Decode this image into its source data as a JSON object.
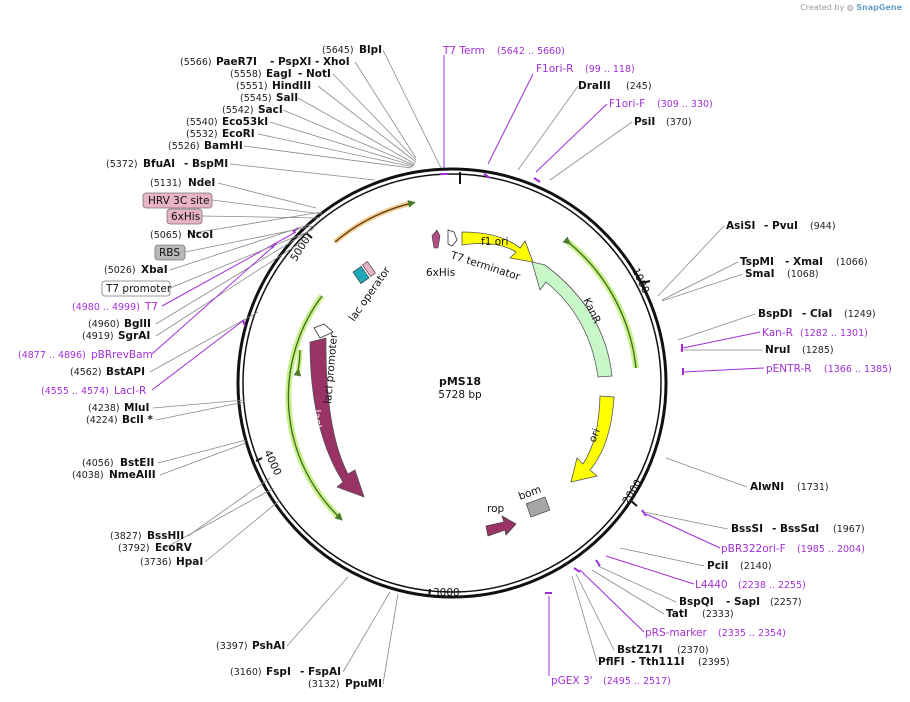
{
  "credit": {
    "prefix": "Created by",
    "brand": "SnapGene"
  },
  "plasmid": {
    "name": "pMS18",
    "size": "5728 bp"
  },
  "ticks": [
    "1000",
    "2000",
    "3000",
    "4000",
    "5000"
  ],
  "features": {
    "f1_ori": "f1 ori",
    "kanr": "KanR",
    "ori": "ori",
    "laci": "lacI",
    "laci_promoter": "lacI promoter",
    "lac_operator": "lac operator",
    "t7_terminator": "T7 terminator",
    "his_tag": "6xHis",
    "rop": "rop",
    "bom": "bom"
  },
  "boxes": {
    "hrv": "HRV 3C site",
    "his6": "6xHis",
    "rbs": "RBS",
    "t7_promoter": "T7 promoter"
  },
  "left_labels": [
    {
      "pos": "(5566)",
      "name": "PaeR7I",
      "extra": "- PspXI   - XhoI"
    },
    {
      "pos": "(5558)",
      "name": "EagI",
      "extra": "- NotI"
    },
    {
      "pos": "(5551)",
      "name": "HindIII",
      "extra": ""
    },
    {
      "pos": "(5545)",
      "name": "SalI",
      "extra": ""
    },
    {
      "pos": "(5542)",
      "name": "SacI",
      "extra": ""
    },
    {
      "pos": "(5540)",
      "name": "Eco53kI",
      "extra": ""
    },
    {
      "pos": "(5532)",
      "name": "EcoRI",
      "extra": ""
    },
    {
      "pos": "(5526)",
      "name": "BamHI",
      "extra": ""
    },
    {
      "pos": "(5372)",
      "name": "BfuAI",
      "extra": "- BspMI"
    },
    {
      "pos": "(5131)",
      "name": "NdeI",
      "extra": ""
    },
    {
      "pos": "(5065)",
      "name": "NcoI",
      "extra": ""
    },
    {
      "pos": "(5026)",
      "name": "XbaI",
      "extra": ""
    },
    {
      "pos": "(4960)",
      "name": "BglII",
      "extra": ""
    },
    {
      "pos": "(4919)",
      "name": "SgrAI",
      "extra": ""
    },
    {
      "pos": "(4562)",
      "name": "BstAPI",
      "extra": ""
    },
    {
      "pos": "(4238)",
      "name": "MluI",
      "extra": ""
    },
    {
      "pos": "(4224)",
      "name": "BclI *",
      "extra": ""
    },
    {
      "pos": "(4056)",
      "name": "BstEII",
      "extra": ""
    },
    {
      "pos": "(4038)",
      "name": "NmeAIII",
      "extra": ""
    },
    {
      "pos": "(3827)",
      "name": "BssHII",
      "extra": ""
    },
    {
      "pos": "(3792)",
      "name": "EcoRV",
      "extra": ""
    },
    {
      "pos": "(3736)",
      "name": "HpaI",
      "extra": ""
    },
    {
      "pos": "(3397)",
      "name": "PshAI",
      "extra": ""
    },
    {
      "pos": "(3160)",
      "name": "FspI",
      "extra": "- FspAI"
    },
    {
      "pos": "(3132)",
      "name": "PpuMI",
      "extra": ""
    }
  ],
  "top_labels": [
    {
      "pos": "(5645)",
      "name": "BlpI"
    },
    {
      "pos": "(245)",
      "name": "DraIII"
    },
    {
      "pos": "(370)",
      "name": "PsiI"
    }
  ],
  "right_labels": [
    {
      "name": "AsiSI",
      "extra": "- PvuI",
      "pos": "(944)"
    },
    {
      "name": "TspMI",
      "extra": "- XmaI",
      "pos": "(1066)"
    },
    {
      "name": "SmaI",
      "extra": "",
      "pos": "(1068)"
    },
    {
      "name": "BspDI",
      "extra": "- ClaI",
      "pos": "(1249)"
    },
    {
      "name": "NruI",
      "extra": "",
      "pos": "(1285)"
    },
    {
      "name": "AlwNI",
      "extra": "",
      "pos": "(1731)"
    },
    {
      "name": "BssSI",
      "extra": "- BssSαI",
      "pos": "(1967)"
    },
    {
      "name": "PciI",
      "extra": "",
      "pos": "(2140)"
    },
    {
      "name": "BspQI",
      "extra": "- SapI",
      "pos": "(2257)"
    },
    {
      "name": "TatI",
      "extra": "",
      "pos": "(2333)"
    },
    {
      "name": "BstZ17I",
      "extra": "",
      "pos": "(2370)"
    },
    {
      "name": "PflFI",
      "extra": "- Tth111I",
      "pos": "(2395)"
    }
  ],
  "primers": [
    {
      "name": "T7 Term",
      "range": "(5642 .. 5660)"
    },
    {
      "name": "F1ori-R",
      "range": "(99 .. 118)"
    },
    {
      "name": "F1ori-F",
      "range": "(309 .. 330)"
    },
    {
      "name": "Kan-R",
      "range": "(1282 .. 1301)"
    },
    {
      "name": "pENTR-R",
      "range": "(1366 .. 1385)"
    },
    {
      "name": "pBR322ori-F",
      "range": "(1985 .. 2004)"
    },
    {
      "name": "L4440",
      "range": "(2238 .. 2255)"
    },
    {
      "name": "pRS-marker",
      "range": "(2335 .. 2354)"
    },
    {
      "name": "pGEX 3'",
      "range": "(2495 .. 2517)"
    },
    {
      "name": "T7",
      "range": "(4980 .. 4999)"
    },
    {
      "name": "pBRrevBam",
      "range": "(4877 .. 4896)"
    },
    {
      "name": "LacI-R",
      "range": "(4555 .. 4574)"
    }
  ],
  "colors": {
    "backbone": "#111111",
    "primer": "#a22fd6",
    "f1_ori": "#ffff00",
    "kanr": "#c8f7c8",
    "ori": "#ffff00",
    "laci": "#993366",
    "rop": "#993366",
    "bom": "#a6a6a6",
    "orf": "#b5e37f",
    "orange_orf": "#f5a03a",
    "tag_box": "#e8b3c4"
  }
}
